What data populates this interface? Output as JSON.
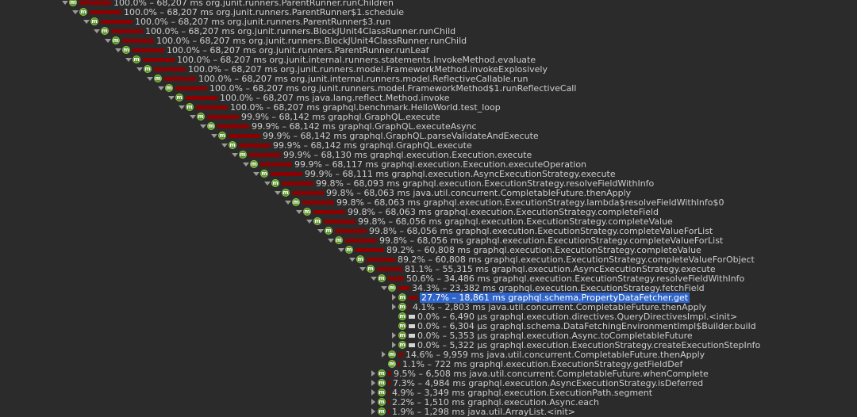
{
  "tree": {
    "rows": [
      {
        "text": "100.0% – 68,207 ms org.junit.runners.ParentRunner.runChildren",
        "toggle": "open",
        "pct": 100.0
      },
      {
        "text": "100.0% – 68,207 ms org.junit.runners.ParentRunner$1.schedule",
        "toggle": "open",
        "pct": 100.0
      },
      {
        "text": "100.0% – 68,207 ms org.junit.runners.ParentRunner$3.run",
        "toggle": "open",
        "pct": 100.0
      },
      {
        "text": "100.0% – 68,207 ms org.junit.runners.BlockJUnit4ClassRunner.runChild",
        "toggle": "open",
        "pct": 100.0
      },
      {
        "text": "100.0% – 68,207 ms org.junit.runners.BlockJUnit4ClassRunner.runChild",
        "toggle": "open",
        "pct": 100.0
      },
      {
        "text": "100.0% – 68,207 ms org.junit.runners.ParentRunner.runLeaf",
        "toggle": "open",
        "pct": 100.0
      },
      {
        "text": "100.0% – 68,207 ms org.junit.internal.runners.statements.InvokeMethod.evaluate",
        "toggle": "open",
        "pct": 100.0
      },
      {
        "text": "100.0% – 68,207 ms org.junit.runners.model.FrameworkMethod.invokeExplosively",
        "toggle": "open",
        "pct": 100.0
      },
      {
        "text": "100.0% – 68,207 ms org.junit.internal.runners.model.ReflectiveCallable.run",
        "toggle": "open",
        "pct": 100.0
      },
      {
        "text": "100.0% – 68,207 ms org.junit.runners.model.FrameworkMethod$1.runReflectiveCall",
        "toggle": "open",
        "pct": 100.0
      },
      {
        "text": "100.0% – 68,207 ms java.lang.reflect.Method.invoke",
        "toggle": "open",
        "pct": 100.0
      },
      {
        "text": "100.0% – 68,207 ms graphql.benchmark.HelloWorld.test_loop",
        "toggle": "open",
        "pct": 100.0
      },
      {
        "text": "99.9% – 68,142 ms graphql.GraphQL.execute",
        "toggle": "open",
        "pct": 99.9
      },
      {
        "text": "99.9% – 68,142 ms graphql.GraphQL.executeAsync",
        "toggle": "open",
        "pct": 99.9
      },
      {
        "text": "99.9% – 68,142 ms graphql.GraphQL.parseValidateAndExecute",
        "toggle": "open",
        "pct": 99.9
      },
      {
        "text": "99.9% – 68,142 ms graphql.GraphQL.execute",
        "toggle": "open",
        "pct": 99.9
      },
      {
        "text": "99.9% – 68,130 ms graphql.execution.Execution.execute",
        "toggle": "open",
        "pct": 99.9
      },
      {
        "text": "99.9% – 68,117 ms graphql.execution.Execution.executeOperation",
        "toggle": "open",
        "pct": 99.9
      },
      {
        "text": "99.9% – 68,111 ms graphql.execution.AsyncExecutionStrategy.execute",
        "toggle": "open",
        "pct": 99.9
      },
      {
        "text": "99.8% – 68,093 ms graphql.execution.ExecutionStrategy.resolveFieldWithInfo",
        "toggle": "open",
        "pct": 99.8
      },
      {
        "text": "99.8% – 68,063 ms java.util.concurrent.CompletableFuture.thenApply",
        "toggle": "open",
        "pct": 99.8
      },
      {
        "text": "99.8% – 68,063 ms graphql.execution.ExecutionStrategy.lambda$resolveFieldWithInfo$0",
        "toggle": "open",
        "pct": 99.8
      },
      {
        "text": "99.8% – 68,063 ms graphql.execution.ExecutionStrategy.completeField",
        "toggle": "open",
        "pct": 99.8
      },
      {
        "text": "99.8% – 68,056 ms graphql.execution.ExecutionStrategy.completeValue",
        "toggle": "open",
        "pct": 99.8
      },
      {
        "text": "99.8% – 68,056 ms graphql.execution.ExecutionStrategy.completeValueForList",
        "toggle": "open",
        "pct": 99.8
      },
      {
        "text": "99.8% – 68,056 ms graphql.execution.ExecutionStrategy.completeValueForList",
        "toggle": "open",
        "pct": 99.8
      },
      {
        "text": "89.2% – 60,808 ms graphql.execution.ExecutionStrategy.completeValue",
        "toggle": "open",
        "pct": 89.2
      },
      {
        "text": "89.2% – 60,808 ms graphql.execution.ExecutionStrategy.completeValueForObject",
        "toggle": "open",
        "pct": 89.2
      },
      {
        "text": "81.1% – 55,315 ms graphql.execution.AsyncExecutionStrategy.execute",
        "toggle": "open",
        "pct": 81.1
      },
      {
        "text": "50.6% – 34,486 ms graphql.execution.ExecutionStrategy.resolveFieldWithInfo",
        "toggle": "open",
        "pct": 50.6
      },
      {
        "text": "34.3% – 23,382 ms graphql.execution.ExecutionStrategy.fetchField",
        "toggle": "open",
        "pct": 34.3
      },
      {
        "text": "27.7% – 18,861 ms graphql.schema.PropertyDataFetcher.get",
        "toggle": "closed",
        "pct": 27.7,
        "selected": true
      },
      {
        "text": "4.1% – 2,803 ms java.util.concurrent.CompletableFuture.thenApply",
        "toggle": "closed",
        "pct": 4.1
      },
      {
        "text": "0.0% – 6,490 μs graphql.execution.directives.QueryDirectivesImpl.<init>",
        "toggle": "none",
        "pct": 0.0
      },
      {
        "text": "0.0% – 6,304 μs graphql.schema.DataFetchingEnvironmentImpl$Builder.build",
        "toggle": "none",
        "pct": 0.0
      },
      {
        "text": "0.0% – 5,353 μs graphql.execution.Async.toCompletableFuture",
        "toggle": "closed",
        "pct": 0.0
      },
      {
        "text": "0.0% – 5,322 μs graphql.execution.ExecutionStrategy.createExecutionStepInfo",
        "toggle": "closed",
        "pct": 0.0
      },
      {
        "text": "14.6% – 9,959 ms java.util.concurrent.CompletableFuture.thenApply",
        "toggle": "closed",
        "pct": 14.6
      },
      {
        "text": "1.1% – 722 ms graphql.execution.ExecutionStrategy.getFieldDef",
        "toggle": "none",
        "pct": 1.1
      },
      {
        "text": "9.5% – 6,508 ms java.util.concurrent.CompletableFuture.whenComplete",
        "toggle": "closed",
        "pct": 9.5
      },
      {
        "text": "7.3% – 4,984 ms graphql.execution.AsyncExecutionStrategy.isDeferred",
        "toggle": "closed",
        "pct": 7.3
      },
      {
        "text": "4.9% – 3,349 ms graphql.execution.ExecutionPath.segment",
        "toggle": "closed",
        "pct": 4.9
      },
      {
        "text": "2.2% – 1,510 ms graphql.execution.Async.each",
        "toggle": "closed",
        "pct": 2.2
      },
      {
        "text": "1.9% – 1,298 ms java.util.ArrayList.<init>",
        "toggle": "closed",
        "pct": 1.9
      }
    ]
  },
  "colors": {
    "background": "#2b2b2b",
    "bar": "#8b0000",
    "selection": "#2f65ca",
    "method_icon": "#5a8f2c"
  },
  "icons": {
    "method": "m"
  }
}
